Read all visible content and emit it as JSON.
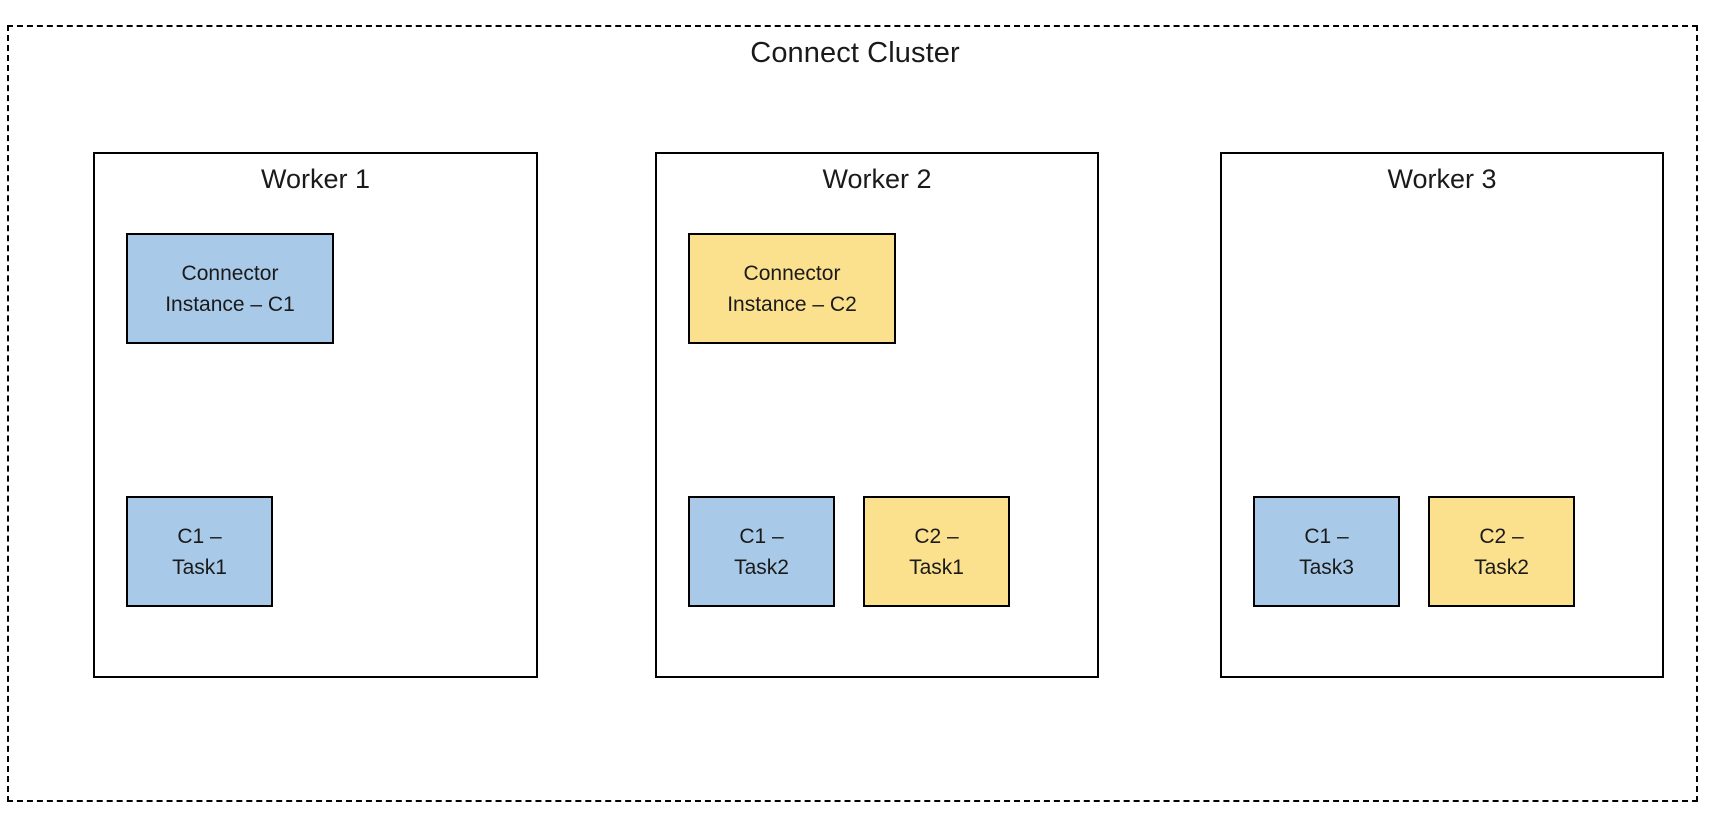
{
  "cluster": {
    "title": "Connect Cluster",
    "border_style": "dashed",
    "border_color": "#000000"
  },
  "palette": {
    "connector_c1_fill": "#a8c9e8",
    "connector_c2_fill": "#fbe08e",
    "border": "#000000",
    "background": "#ffffff",
    "text": "#1a1a1a"
  },
  "workers": [
    {
      "title": "Worker 1",
      "connector": {
        "label": "Connector\nInstance – C1",
        "color_key": "blue"
      },
      "tasks": [
        {
          "label": "C1 –\nTask1",
          "color_key": "blue"
        }
      ]
    },
    {
      "title": "Worker 2",
      "connector": {
        "label": "Connector\nInstance – C2",
        "color_key": "yellow"
      },
      "tasks": [
        {
          "label": "C1 –\nTask2",
          "color_key": "blue"
        },
        {
          "label": "C2 –\nTask1",
          "color_key": "yellow"
        }
      ]
    },
    {
      "title": "Worker 3",
      "connector": null,
      "tasks": [
        {
          "label": "C1 –\nTask3",
          "color_key": "blue"
        },
        {
          "label": "C2 –\nTask2",
          "color_key": "yellow"
        }
      ]
    }
  ]
}
